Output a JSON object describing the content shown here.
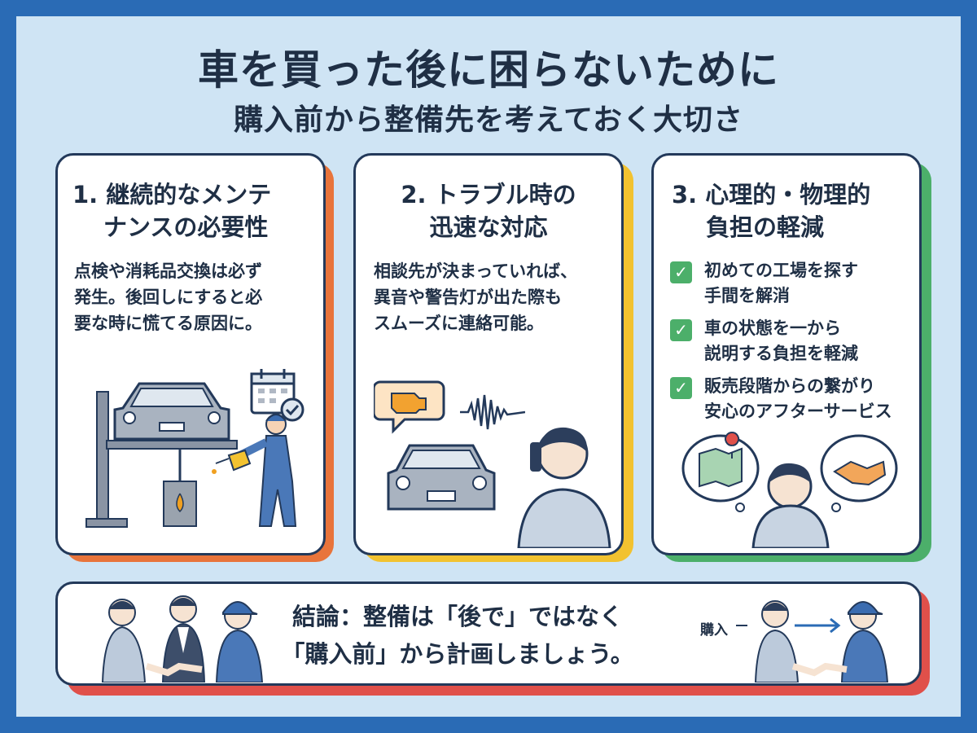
{
  "header": {
    "title": "車を買った後に困らないために",
    "subtitle": "購入前から整備先を考えておく大切さ"
  },
  "cards": [
    {
      "title_line1": "1. 継続的なメンテ",
      "title_line2": "ナンスの必要性",
      "body_lines": [
        "点検や消耗品交換は必ず",
        "発生。後回しにすると必",
        "要な時に慌てる原因に。"
      ],
      "accent": "#e8743b"
    },
    {
      "title_line1": "2. トラブル時の",
      "title_line2": "迅速な対応",
      "body_lines": [
        "相談先が決まっていれば、",
        "異音や警告灯が出た際も",
        "スムーズに連絡可能。"
      ],
      "accent": "#f2c230"
    },
    {
      "title_line1": "3. 心理的・物理的",
      "title_line2": "負担の軽減",
      "checks": [
        {
          "line1": "初めての工場を探す",
          "line2": "手間を解消"
        },
        {
          "line1": "車の状態を一から",
          "line2": "説明する負担を軽減"
        },
        {
          "line1": "販売段階からの繋がり",
          "line2": "安心のアフターサービス"
        }
      ],
      "accent": "#4caf6a"
    }
  ],
  "conclusion": {
    "line1": "結論：整備は「後で」ではなく",
    "line2": "「購入前」から計画しましょう。",
    "purchase_label": "購入",
    "accent": "#e0504a"
  },
  "icons": [
    "calendar-check-icon",
    "engine-warning-icon",
    "sound-wave-icon",
    "map-pin-icon",
    "handshake-icon",
    "arrow-right-icon",
    "check-icon"
  ]
}
